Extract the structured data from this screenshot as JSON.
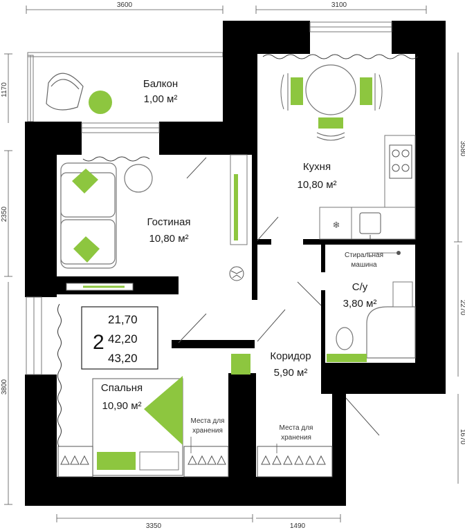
{
  "dimensions": {
    "top_left": "3600",
    "top_right": "3100",
    "left_balcony": "1170",
    "left_living": "2350",
    "left_bedroom": "3800",
    "right_kitchen": "3580",
    "right_bath": "2270",
    "right_corridor": "1670",
    "bottom_left": "3350",
    "bottom_right": "1490"
  },
  "rooms": {
    "balcony": {
      "name": "Балкон",
      "area": "1,00 м²"
    },
    "kitchen": {
      "name": "Кухня",
      "area": "10,80 м²"
    },
    "living": {
      "name": "Гостиная",
      "area": "10,80 м²"
    },
    "bathroom": {
      "name": "С/у",
      "area": "3,80 м²"
    },
    "corridor": {
      "name": "Коридор",
      "area": "5,90 м²"
    },
    "bedroom": {
      "name": "Спальня",
      "area": "10,90 м²"
    }
  },
  "summary": {
    "rooms_count": "2",
    "area_1": "21,70",
    "area_2": "42,20",
    "area_3": "43,20"
  },
  "notes": {
    "washer_line1": "Стиральная",
    "washer_line2": "машина",
    "storage_left_line1": "Места для",
    "storage_left_line2": "хранения",
    "storage_right_line1": "Места для",
    "storage_right_line2": "хранения"
  },
  "colors": {
    "wall": "#000000",
    "accent": "#8dc63f",
    "outline": "#888888"
  }
}
